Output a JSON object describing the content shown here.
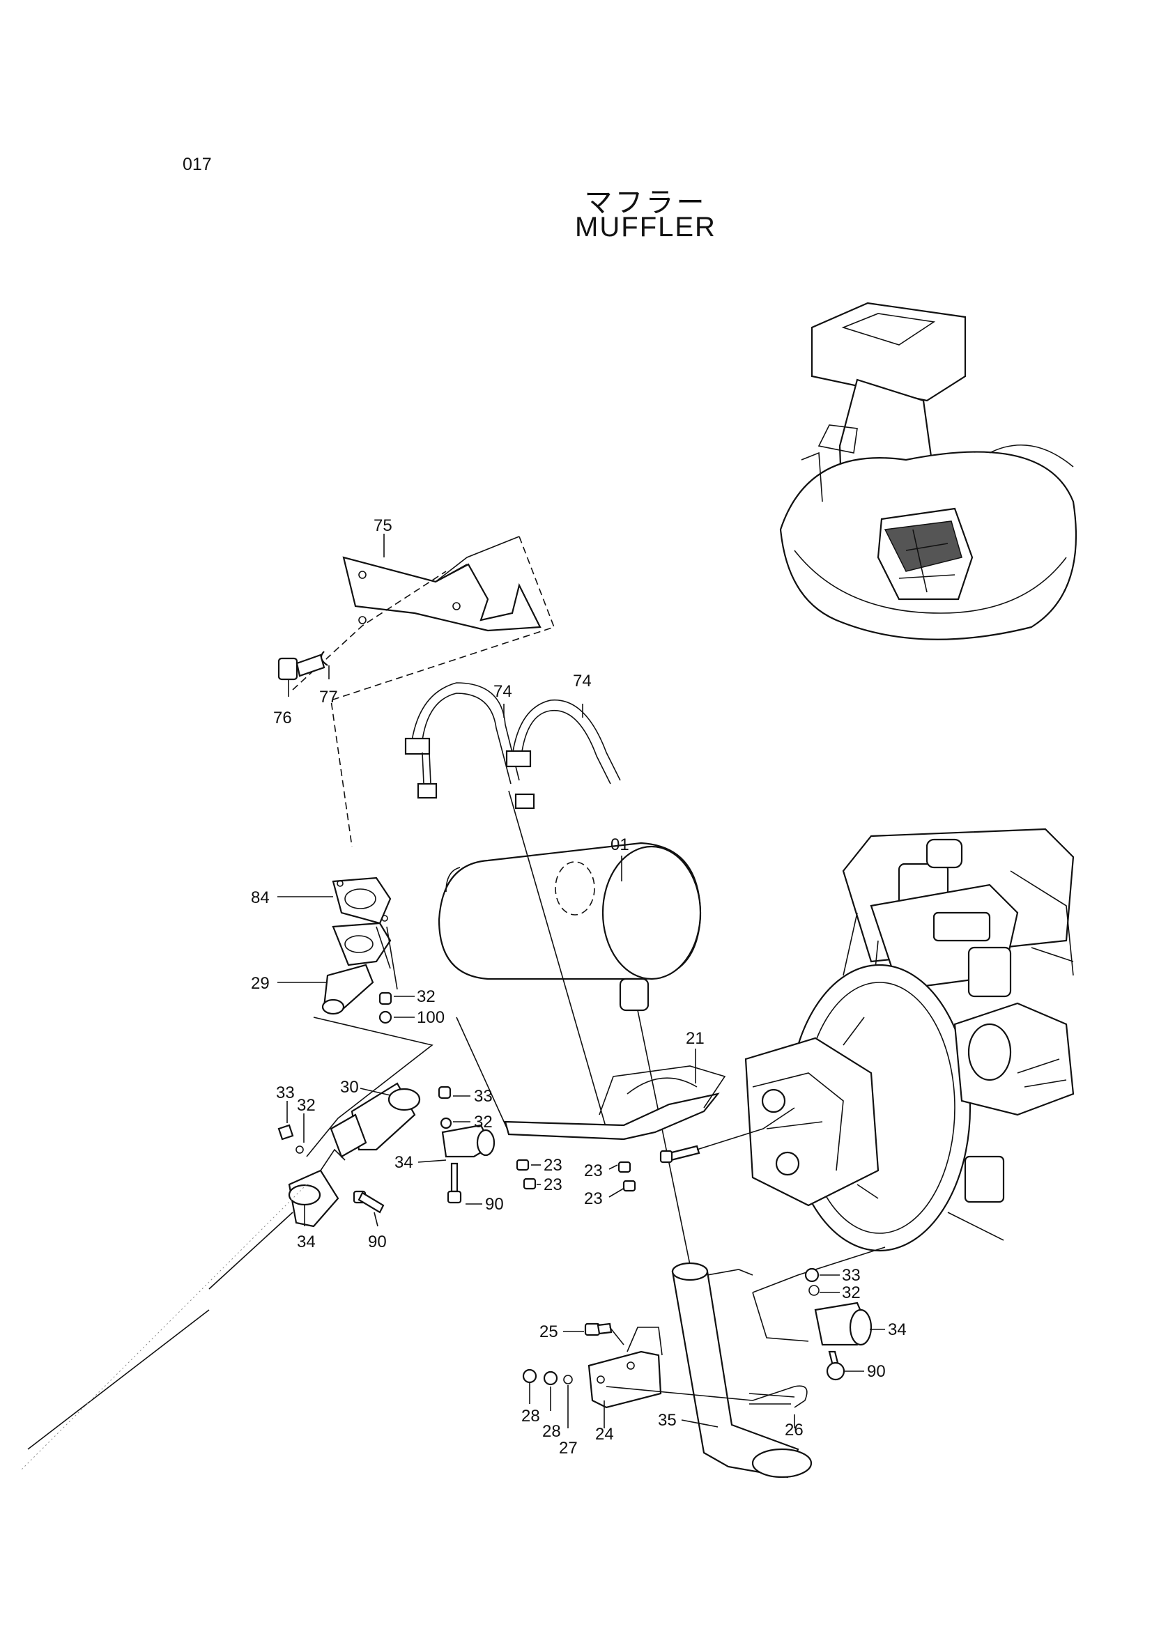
{
  "page": {
    "number": "017"
  },
  "title": {
    "japanese": "マフラー",
    "english": "MUFFLER"
  },
  "callouts": [
    {
      "id": "c75",
      "label": "75"
    },
    {
      "id": "c76",
      "label": "76"
    },
    {
      "id": "c77",
      "label": "77"
    },
    {
      "id": "c74a",
      "label": "74"
    },
    {
      "id": "c74b",
      "label": "74"
    },
    {
      "id": "c01",
      "label": "01"
    },
    {
      "id": "c84",
      "label": "84"
    },
    {
      "id": "c29",
      "label": "29"
    },
    {
      "id": "c32a",
      "label": "32"
    },
    {
      "id": "c100",
      "label": "100"
    },
    {
      "id": "c21",
      "label": "21"
    },
    {
      "id": "c33a",
      "label": "33"
    },
    {
      "id": "c32b",
      "label": "32"
    },
    {
      "id": "c30",
      "label": "30"
    },
    {
      "id": "c33b",
      "label": "33"
    },
    {
      "id": "c32c",
      "label": "32"
    },
    {
      "id": "c34a",
      "label": "34"
    },
    {
      "id": "c34b",
      "label": "34"
    },
    {
      "id": "c90a",
      "label": "90"
    },
    {
      "id": "c90b",
      "label": "90"
    },
    {
      "id": "c23a",
      "label": "23"
    },
    {
      "id": "c23b",
      "label": "23"
    },
    {
      "id": "c23c",
      "label": "23"
    },
    {
      "id": "c23d",
      "label": "23"
    },
    {
      "id": "c33c",
      "label": "33"
    },
    {
      "id": "c32d",
      "label": "32"
    },
    {
      "id": "c34c",
      "label": "34"
    },
    {
      "id": "c90c",
      "label": "90"
    },
    {
      "id": "c25",
      "label": "25"
    },
    {
      "id": "c28a",
      "label": "28"
    },
    {
      "id": "c28b",
      "label": "28"
    },
    {
      "id": "c27",
      "label": "27"
    },
    {
      "id": "c24",
      "label": "24"
    },
    {
      "id": "c35",
      "label": "35"
    },
    {
      "id": "c26",
      "label": "26"
    }
  ]
}
